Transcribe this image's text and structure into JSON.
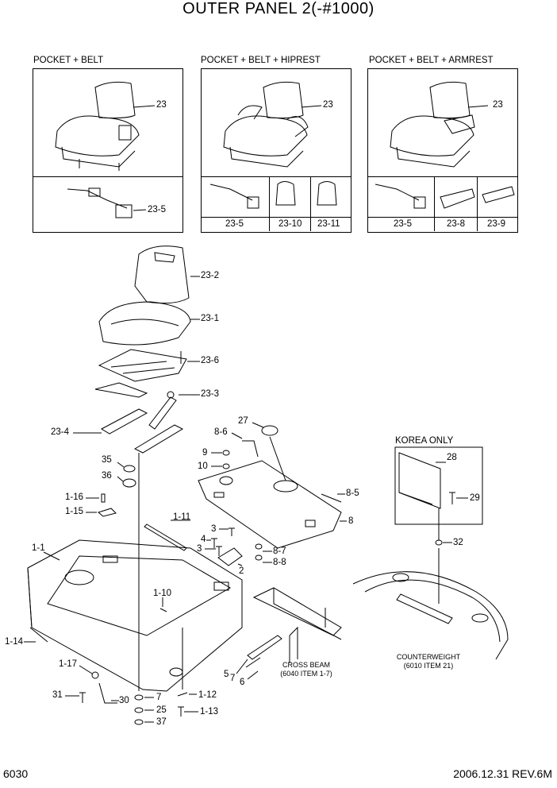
{
  "title": "OUTER PANEL 2(-#1000)",
  "variants": [
    {
      "label": "POCKET + BELT",
      "seat_ref": "23",
      "parts": [
        "23-5"
      ]
    },
    {
      "label": "POCKET + BELT + HIPREST",
      "seat_ref": "23",
      "parts": [
        "23-5",
        "23-10",
        "23-11"
      ]
    },
    {
      "label": "POCKET + BELT + ARMREST",
      "seat_ref": "23",
      "parts": [
        "23-5",
        "23-8",
        "23-9"
      ]
    }
  ],
  "korea_box": {
    "label": "KOREA ONLY",
    "parts": [
      "28",
      "29"
    ]
  },
  "callouts": {
    "p23_2": "23-2",
    "p23_1": "23-1",
    "p23_6": "23-6",
    "p23_3": "23-3",
    "p23_4": "23-4",
    "p35": "35",
    "p36": "36",
    "p1_16": "1-16",
    "p1_15": "1-15",
    "p1_11": "1-11",
    "p1_1": "1-1",
    "p1_10": "1-10",
    "p1_14": "1-14",
    "p1_17": "1-17",
    "p31": "31",
    "p30": "30",
    "p7": "7",
    "p25": "25",
    "p37": "37",
    "p1_12": "1-12",
    "p1_13": "1-13",
    "p27": "27",
    "p8_6": "8-6",
    "p9": "9",
    "p10": "10",
    "p8_5": "8-5",
    "p8": "8",
    "p3a": "3",
    "p4": "4",
    "p3b": "3",
    "p8_7": "8-7",
    "p8_8": "8-8",
    "p2": "2",
    "p5": "5",
    "p7b": "7",
    "p6": "6",
    "p32": "32"
  },
  "notes": {
    "cross_beam": "CROSS BEAM",
    "cross_beam_ref": "(6040 ITEM 1-7)",
    "counterweight": "COUNTERWEIGHT",
    "counterweight_ref": "(6010 ITEM 21)"
  },
  "footer": {
    "page": "6030",
    "revision": "2006.12.31 REV.6M"
  }
}
